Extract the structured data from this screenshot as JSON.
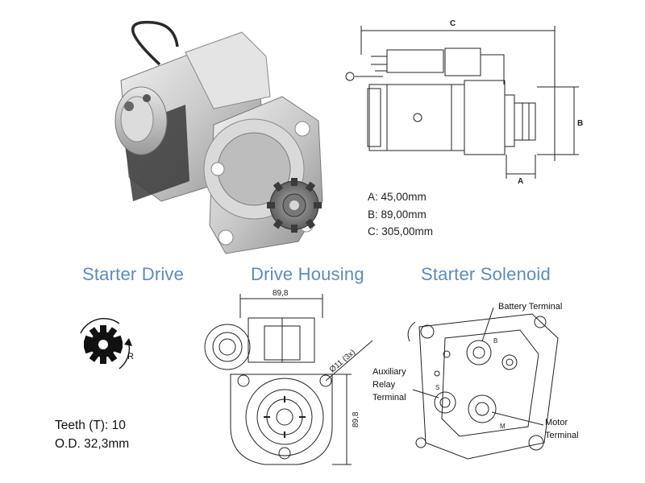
{
  "dimensions": {
    "a": "A: 45,00mm",
    "b": "B: 89,00mm",
    "c": "C: 305,00mm"
  },
  "drawing_labels": {
    "top_c": "C",
    "top_b": "B",
    "top_a": "A",
    "housing_width": "89,8",
    "housing_height": "89,8",
    "housing_hole": "Ø11 (3x)",
    "drive_rotation": "R"
  },
  "sections": {
    "starter_drive": "Starter Drive",
    "drive_housing": "Drive Housing",
    "starter_solenoid": "Starter Solenoid"
  },
  "solenoid_terminals": {
    "battery": "Battery Terminal",
    "auxiliary_1": "Auxiliary",
    "auxiliary_2": "Relay",
    "auxiliary_3": "Terminal",
    "motor_1": "Motor",
    "motor_2": "Terminal"
  },
  "solenoid_marks": {
    "b": "B",
    "s": "S",
    "m": "M"
  },
  "specs": {
    "teeth": "Teeth (T): 10",
    "od": "O.D. 32,3mm"
  }
}
